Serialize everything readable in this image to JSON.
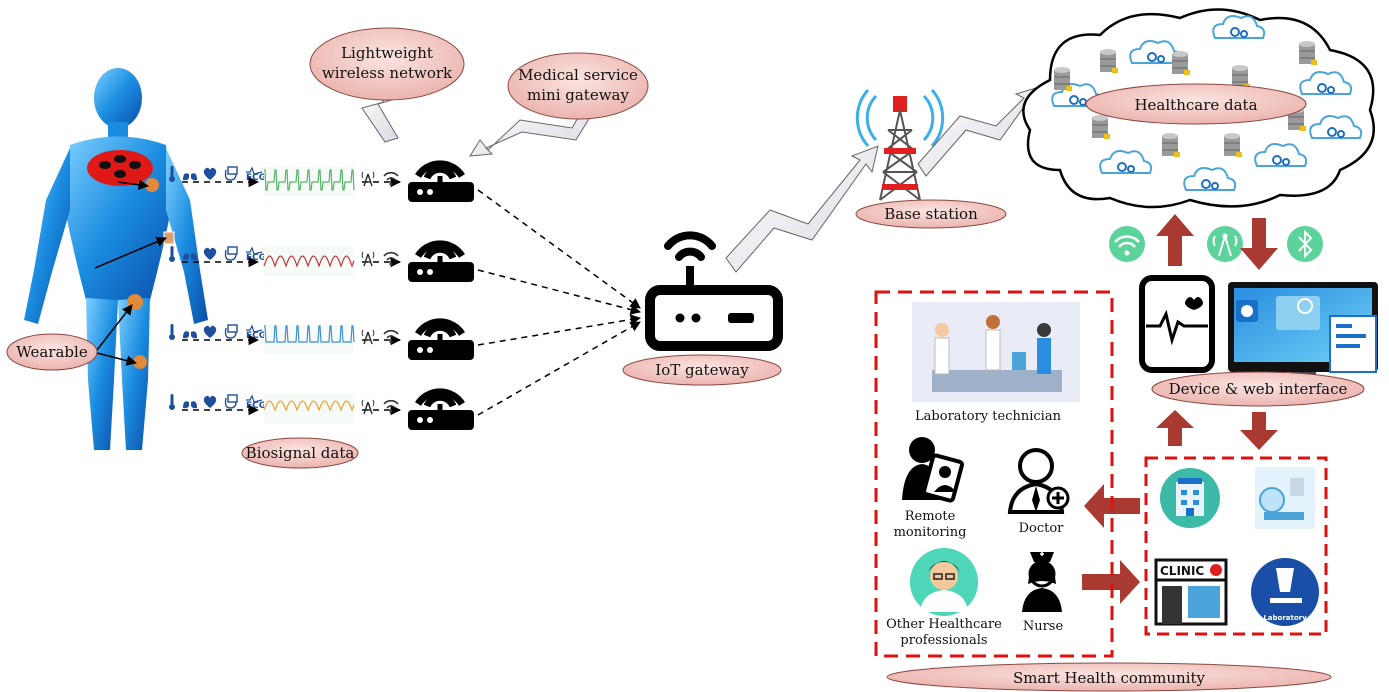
{
  "labels": {
    "lightweight_line1": "Lightweight",
    "lightweight_line2": "wireless network",
    "mini_gateway_line1": "Medical service",
    "mini_gateway_line2": "mini gateway",
    "wearable": "Wearable",
    "biosignal": "Biosignal data",
    "iot_gateway": "IoT gateway",
    "base_station": "Base station",
    "healthcare_data": "Healthcare data",
    "device_web": "Device & web interface",
    "lab_tech": "Laboratory technician",
    "remote_line1": "Remote",
    "remote_line2": "monitoring",
    "doctor": "Doctor",
    "other_line1": "Other Healthcare",
    "other_line2": "professionals",
    "nurse": "Nurse",
    "community": "Smart Health community",
    "clinic_sign": "CLINIC",
    "laboratory_badge": "Laboratory"
  },
  "sensor_icons": [
    "thermometer-icon",
    "lungs-icon",
    "heart-icon",
    "blood-pressure-icon",
    "ecg-icon"
  ],
  "ecg_text": "ECG",
  "colors": {
    "ellipse_fill": "#f4c7c3",
    "red_dash": "#e01010",
    "arrow_red": "#a83a32",
    "connect_green": "#5bd39a",
    "signal_green": "#58b46a",
    "signal_red": "#c0393b",
    "signal_blue": "#3b8fd6",
    "signal_orange": "#f0a030"
  }
}
